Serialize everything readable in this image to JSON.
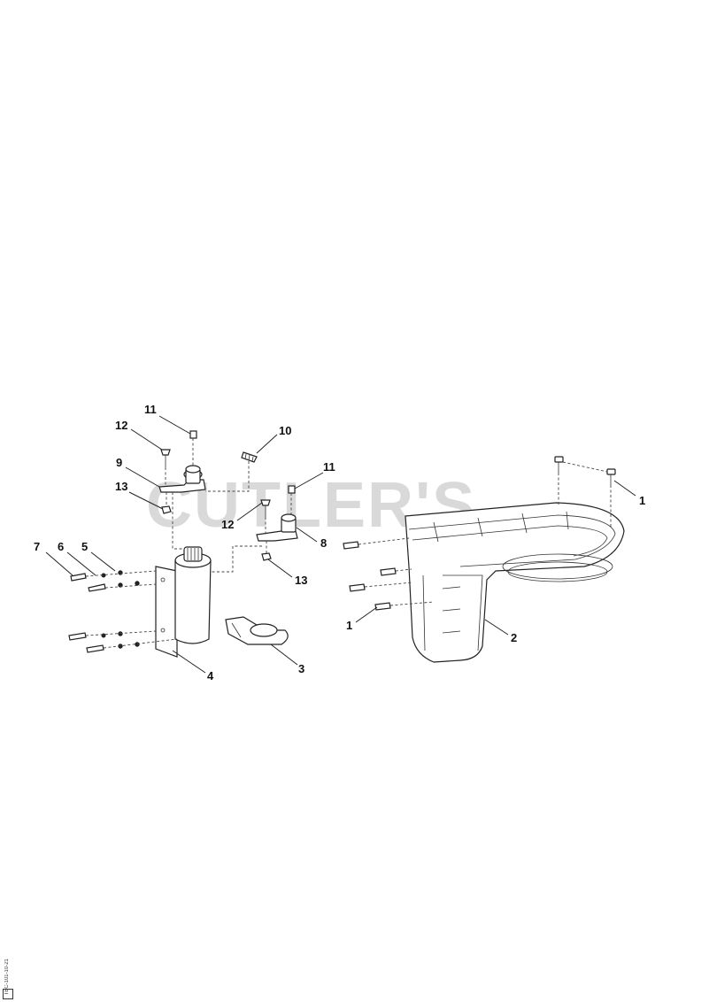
{
  "watermark": "CUTLER'S",
  "footer_code": "TBC-101-10-21",
  "callouts": {
    "c1a": "1",
    "c1b": "1",
    "c2": "2",
    "c3": "3",
    "c4": "4",
    "c5": "5",
    "c6": "6",
    "c7": "7",
    "c8": "8",
    "c9": "9",
    "c10": "10",
    "c11a": "11",
    "c11b": "11",
    "c12a": "12",
    "c12b": "12",
    "c13a": "13",
    "c13b": "13"
  }
}
